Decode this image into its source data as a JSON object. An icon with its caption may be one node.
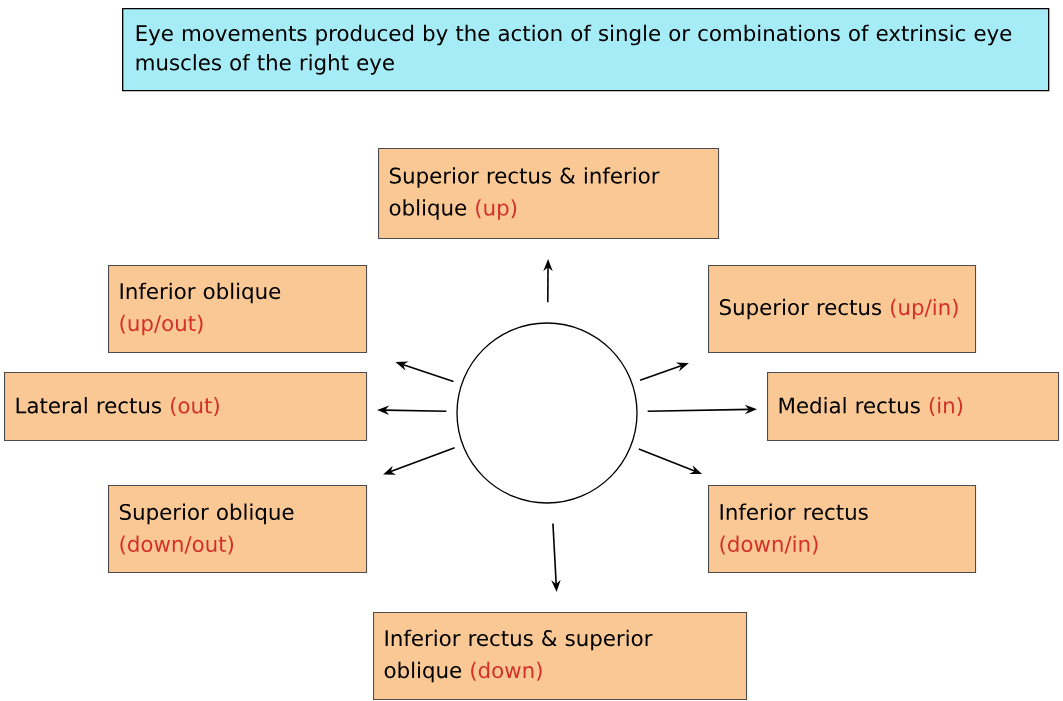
{
  "diagram": {
    "title": "Eye movements produced by the action of single or combinations of extrinsic eye muscles of the right eye",
    "nodes": [
      {
        "text": [
          "Superior rectus & inferior oblique",
          "(up)"
        ]
      },
      {
        "text": [
          "Inferior oblique",
          "(up/out)"
        ]
      },
      {
        "text": [
          "Superior rectus",
          "(up/in)"
        ]
      },
      {
        "text": [
          "Lateral rectus",
          "(out)"
        ]
      },
      {
        "text": [],
        "shape": "circle"
      },
      {
        "text": [
          "Medial rectus",
          "(in)"
        ]
      },
      {
        "text": [
          "Superior oblique",
          "(down/out)"
        ]
      },
      {
        "text": [
          "Inferior rectus",
          "(down/in)"
        ]
      },
      {
        "text": [
          "Inferior rectus & superior oblique",
          "(down)"
        ]
      }
    ],
    "edges": [
      {
        "from": 4,
        "to": 0,
        "arrow": "to"
      },
      {
        "from": 4,
        "to": 1,
        "arrow": "to"
      },
      {
        "from": 4,
        "to": 2,
        "arrow": "to"
      },
      {
        "from": 4,
        "to": 3,
        "arrow": "to"
      },
      {
        "from": 4,
        "to": 5,
        "arrow": "to"
      },
      {
        "from": 4,
        "to": 6,
        "arrow": "to"
      },
      {
        "from": 4,
        "to": 7,
        "arrow": "to"
      },
      {
        "from": 4,
        "to": 8,
        "arrow": "to"
      }
    ]
  }
}
